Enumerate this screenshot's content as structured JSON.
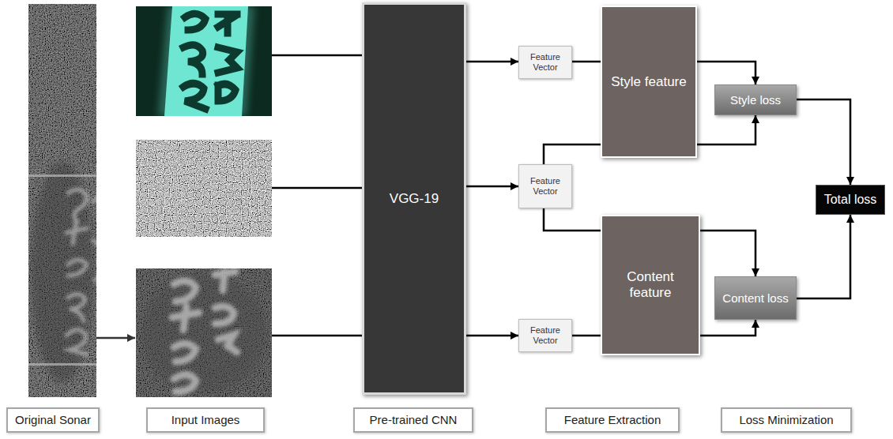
{
  "diagram": {
    "nodes": [
      {
        "text": [
          "VGG-19"
        ]
      },
      {
        "text": [
          "Feature Vector"
        ]
      },
      {
        "text": [
          "Style feature"
        ]
      },
      {
        "text": [
          "Style loss"
        ]
      },
      {
        "text": [
          "Feature Vector"
        ]
      },
      {
        "text": [
          "Total loss"
        ]
      },
      {
        "text": [
          "Content feature"
        ]
      },
      {
        "text": [
          "Content loss"
        ]
      },
      {
        "text": [
          "Feature Vector"
        ]
      },
      {
        "text": [
          "Original Sonar"
        ]
      },
      {
        "text": [
          "Input Images"
        ]
      },
      {
        "text": [
          "Pre-trained CNN"
        ]
      },
      {
        "text": [
          "Feature Extraction"
        ]
      },
      {
        "text": [
          "Loss Minimization"
        ]
      }
    ],
    "edges": [
      {
        "from": 0,
        "to": 1,
        "arrow": "to"
      },
      {
        "from": 0,
        "to": 4,
        "arrow": "to"
      },
      {
        "from": 0,
        "to": 8,
        "arrow": "to"
      },
      {
        "from": 1,
        "to": 2,
        "arrow": "none"
      },
      {
        "from": 2,
        "to": 3,
        "arrow": "to"
      },
      {
        "from": 4,
        "to": 2,
        "arrow": "none"
      },
      {
        "from": 2,
        "to": 3,
        "arrow": "to"
      },
      {
        "from": 4,
        "to": 6,
        "arrow": "none"
      },
      {
        "from": 6,
        "to": 7,
        "arrow": "to"
      },
      {
        "from": 8,
        "to": 6,
        "arrow": "none"
      },
      {
        "from": 6,
        "to": 7,
        "arrow": "to"
      },
      {
        "from": 3,
        "to": 5,
        "arrow": "to"
      },
      {
        "from": 7,
        "to": 5,
        "arrow": "to"
      }
    ]
  }
}
